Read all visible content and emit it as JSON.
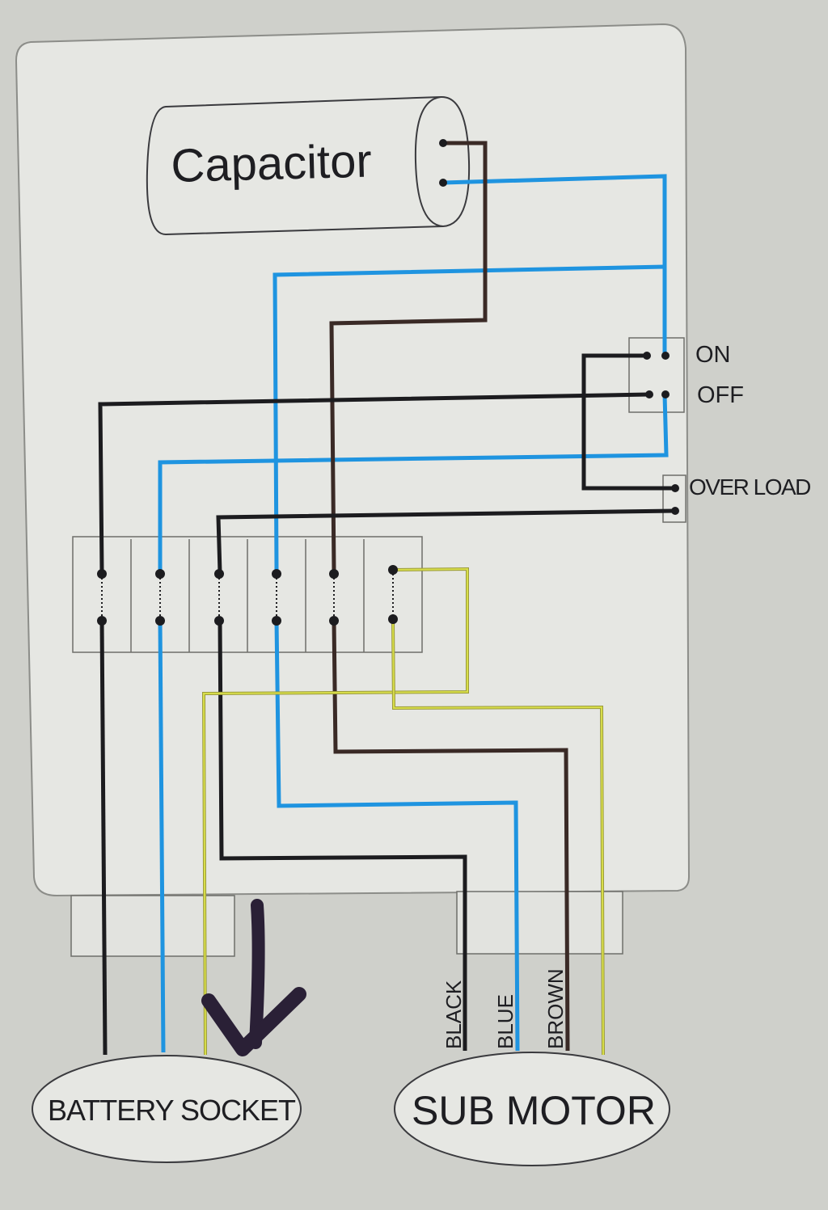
{
  "capacitor": {
    "label": "Capacitor"
  },
  "switch": {
    "on_label": "ON",
    "off_label": "OFF"
  },
  "overload": {
    "label": "OVER LOAD"
  },
  "battery_socket": {
    "label": "BATTERY SOCKET"
  },
  "sub_motor": {
    "label": "SUB MOTOR"
  },
  "motor_wires": [
    {
      "label": "BLACK"
    },
    {
      "label": "BLUE"
    },
    {
      "label": "BROWN"
    }
  ],
  "colors": {
    "wire_black": "#1c1c1f",
    "wire_blue": "#1f94e0",
    "wire_brown": "#3a2a26",
    "wire_yellow_green": "#c8d23a",
    "panel": "#e6e7e3",
    "background": "#cfd0cb",
    "marker_arrow": "#2a2036"
  }
}
